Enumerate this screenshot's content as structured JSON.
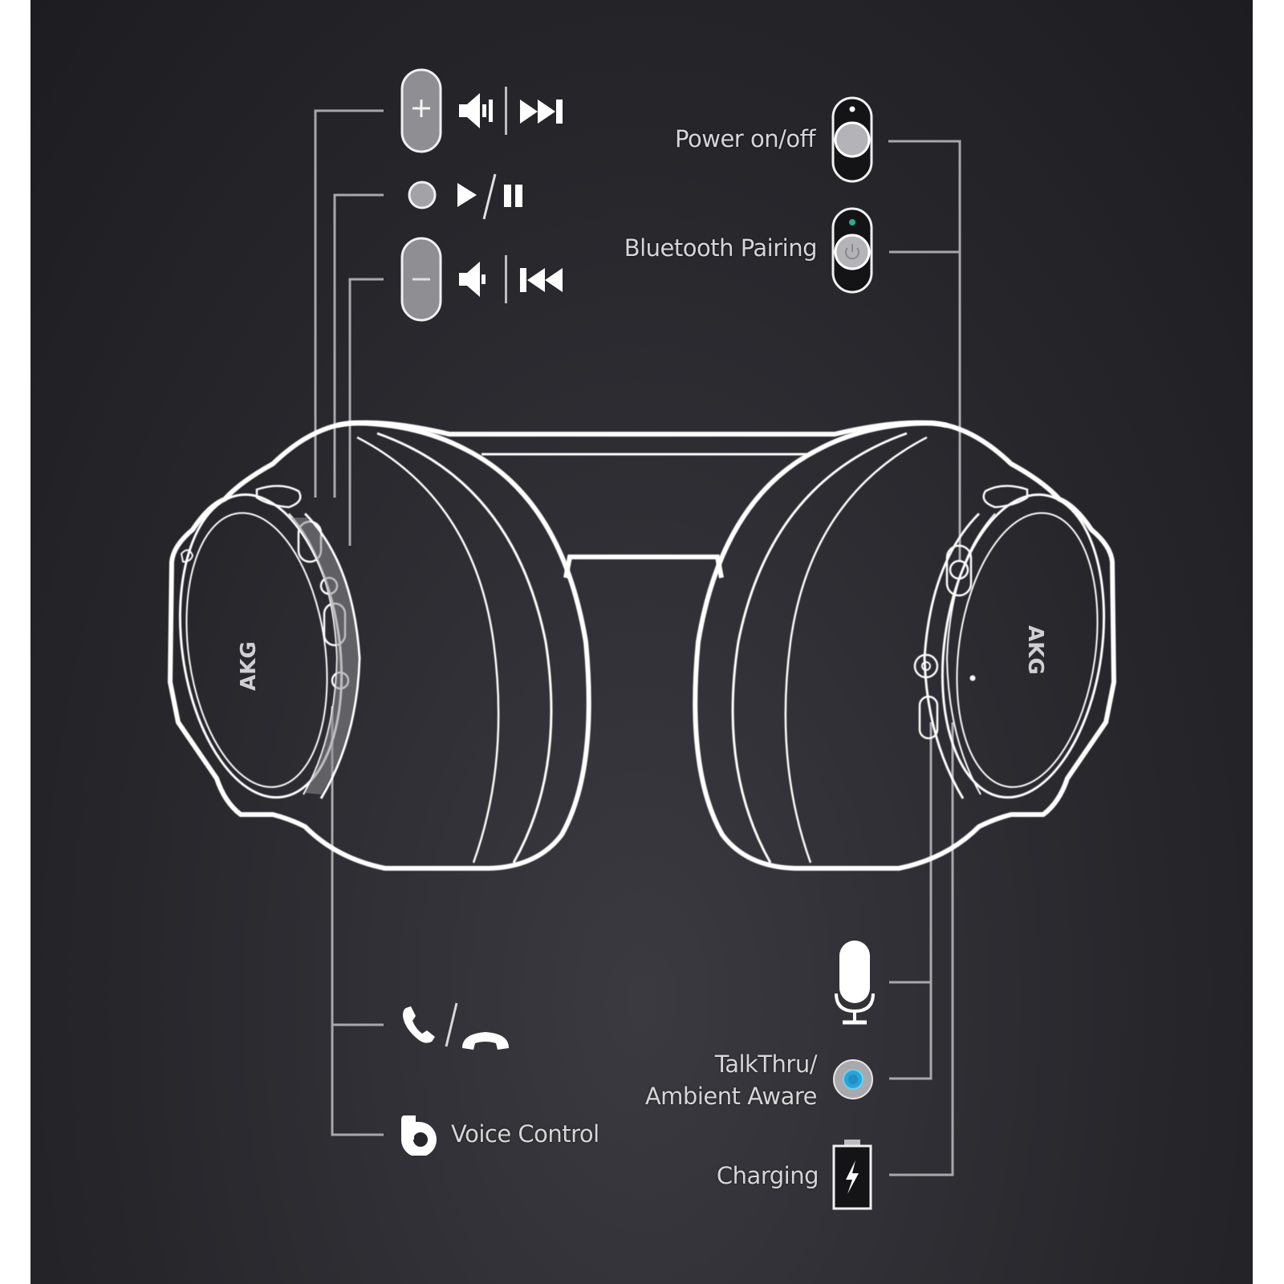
{
  "diagram": {
    "title": "Headphone Controls Diagram",
    "brand_logo": "AKG",
    "colors": {
      "background_top": "#1d1d21",
      "background_center": "#3a3a40",
      "line_art": "#ffffff",
      "leader_line": "#a8a8ac",
      "button_fill": "#8e8e93",
      "label_text": "#d6d6d8",
      "bluetooth_led": "#2fa890",
      "ambient_led": "#2aa4d8"
    },
    "left_earcup_controls": [
      {
        "id": "volume-up",
        "button_glyph": "+",
        "functions": [
          "Volume Up",
          "Next Track"
        ],
        "icons": [
          "volume-up-icon",
          "next-track-icon"
        ]
      },
      {
        "id": "play-pause",
        "button_glyph": "",
        "functions": [
          "Play",
          "Pause"
        ],
        "icons": [
          "play-icon",
          "pause-icon"
        ]
      },
      {
        "id": "volume-down",
        "button_glyph": "−",
        "functions": [
          "Volume Down",
          "Previous Track"
        ],
        "icons": [
          "volume-down-icon",
          "previous-track-icon"
        ]
      },
      {
        "id": "call",
        "functions": [
          "Answer Call",
          "End Call"
        ],
        "icons": [
          "phone-answer-icon",
          "phone-hangup-icon"
        ]
      },
      {
        "id": "voice-control",
        "label": "Voice Control",
        "icons": [
          "voice-assistant-icon"
        ]
      }
    ],
    "right_earcup_controls": [
      {
        "id": "power",
        "label": "Power on/off",
        "icons": [
          "power-switch-icon"
        ]
      },
      {
        "id": "bluetooth",
        "label": "Bluetooth Pairing",
        "icons": [
          "bluetooth-pairing-switch-icon"
        ]
      },
      {
        "id": "microphone",
        "label": "",
        "icons": [
          "microphone-icon"
        ]
      },
      {
        "id": "talkthru",
        "label_line1": "TalkThru/",
        "label_line2": "Ambient Aware",
        "icons": [
          "ambient-aware-button-icon"
        ]
      },
      {
        "id": "charging",
        "label": "Charging",
        "icons": [
          "battery-charging-icon"
        ]
      }
    ],
    "separator": "/"
  }
}
